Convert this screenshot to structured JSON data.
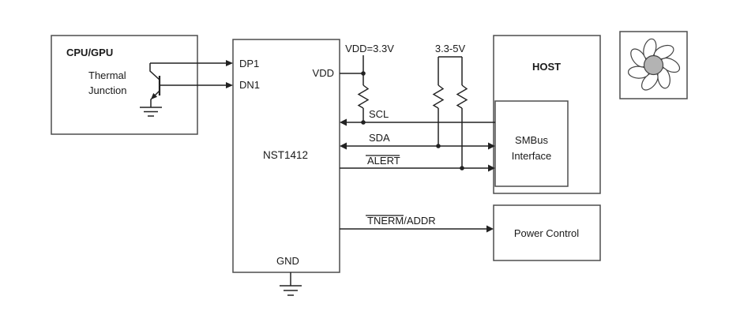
{
  "blocks": {
    "cpu": {
      "title": "CPU/GPU",
      "subtitle_line1": "Thermal",
      "subtitle_line2": "Junction"
    },
    "chip": {
      "name": "NST1412",
      "pin_dp1": "DP1",
      "pin_dn1": "DN1",
      "pin_vdd": "VDD",
      "pin_gnd": "GND"
    },
    "host": {
      "title": "HOST",
      "smbus_line1": "SMBus",
      "smbus_line2": "Interface"
    },
    "power_control": {
      "title": "Power Control"
    }
  },
  "nets": {
    "vdd_supply": "VDD=3.3V",
    "pullup_supply": "3.3-5V",
    "scl": "SCL",
    "sda": "SDA",
    "alert": "ALERT",
    "therm_addr": "TNERM/ADDR"
  }
}
